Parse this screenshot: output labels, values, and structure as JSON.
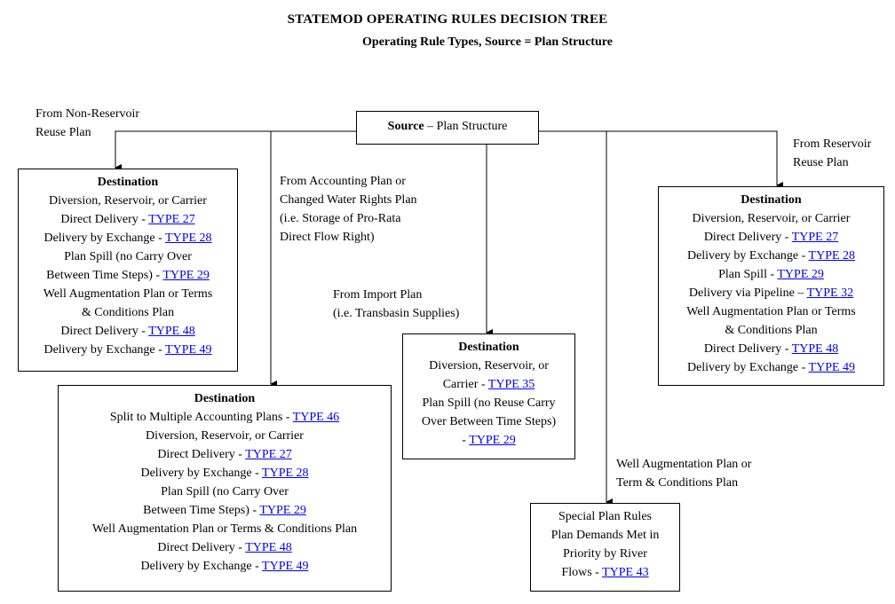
{
  "title": "STATEMOD OPERATING RULES DECISION TREE",
  "subtitle": "Operating Rule Types, Source = Plan Structure",
  "source": {
    "bold": "Source",
    "rest": " – Plan Structure"
  },
  "labels": {
    "non_reservoir": [
      "From Non-Reservoir",
      "Reuse Plan"
    ],
    "accounting": [
      "From Accounting Plan or",
      "Changed Water Rights Plan",
      "(i.e. Storage of Pro-Rata",
      "Direct Flow Right)"
    ],
    "import": [
      "From Import Plan",
      "(i.e. Transbasin Supplies)"
    ],
    "reservoir": [
      "From Reservoir",
      "Reuse Plan"
    ],
    "well": [
      "Well Augmentation Plan or",
      "Term & Conditions Plan"
    ]
  },
  "box1": {
    "heading": "Destination",
    "lines": [
      {
        "text": "Diversion, Reservoir, or Carrier",
        "type": ""
      },
      {
        "text": "Direct Delivery - ",
        "type": "TYPE 27"
      },
      {
        "text": "Delivery by Exchange - ",
        "type": "TYPE 28"
      },
      {
        "text": "Plan Spill (no Carry Over",
        "type": ""
      },
      {
        "text": "Between Time Steps) - ",
        "type": "TYPE 29"
      },
      {
        "text": "Well Augmentation Plan or Terms",
        "type": ""
      },
      {
        "text": "& Conditions Plan",
        "type": ""
      },
      {
        "text": "Direct Delivery - ",
        "type": "TYPE 48"
      },
      {
        "text": "Delivery by Exchange - ",
        "type": "TYPE 49"
      }
    ]
  },
  "box2": {
    "heading": "Destination",
    "lines": [
      {
        "text": "Split to Multiple Accounting Plans - ",
        "type": "TYPE 46"
      },
      {
        "text": "Diversion, Reservoir, or Carrier",
        "type": ""
      },
      {
        "text": "Direct Delivery - ",
        "type": "TYPE 27"
      },
      {
        "text": "Delivery by Exchange - ",
        "type": "TYPE 28"
      },
      {
        "text": "Plan Spill (no Carry Over",
        "type": ""
      },
      {
        "text": "Between Time Steps) - ",
        "type": "TYPE 29"
      },
      {
        "text": "Well Augmentation Plan or Terms & Conditions Plan",
        "type": ""
      },
      {
        "text": "Direct Delivery - ",
        "type": "TYPE 48"
      },
      {
        "text": "Delivery by Exchange - ",
        "type": "TYPE 49"
      }
    ]
  },
  "box3": {
    "heading": "Destination",
    "lines": [
      {
        "text": "Diversion, Reservoir, or",
        "type": ""
      },
      {
        "text": "Carrier - ",
        "type": "TYPE 35"
      },
      {
        "text": "Plan Spill (no Reuse Carry",
        "type": ""
      },
      {
        "text": "Over Between Time Steps)",
        "type": ""
      },
      {
        "text": "- ",
        "type": "TYPE 29"
      }
    ]
  },
  "box4": {
    "heading": "Destination",
    "lines": [
      {
        "text": "Diversion, Reservoir, or Carrier",
        "type": ""
      },
      {
        "text": "Direct Delivery - ",
        "type": "TYPE 27"
      },
      {
        "text": "Delivery by Exchange - ",
        "type": "TYPE 28"
      },
      {
        "text": "Plan Spill - ",
        "type": "TYPE 29"
      },
      {
        "text": "Delivery via Pipeline – ",
        "type": "TYPE 32"
      },
      {
        "text": "Well Augmentation Plan or Terms",
        "type": ""
      },
      {
        "text": "& Conditions Plan",
        "type": ""
      },
      {
        "text": "Direct Delivery - ",
        "type": "TYPE 48"
      },
      {
        "text": "Delivery by Exchange - ",
        "type": "TYPE 49"
      }
    ]
  },
  "box5": {
    "heading": "",
    "lines": [
      {
        "text": "Special Plan Rules",
        "type": ""
      },
      {
        "text": "Plan Demands Met in",
        "type": ""
      },
      {
        "text": "Priority by River",
        "type": ""
      },
      {
        "text": "Flows - ",
        "type": "TYPE 43"
      }
    ]
  }
}
